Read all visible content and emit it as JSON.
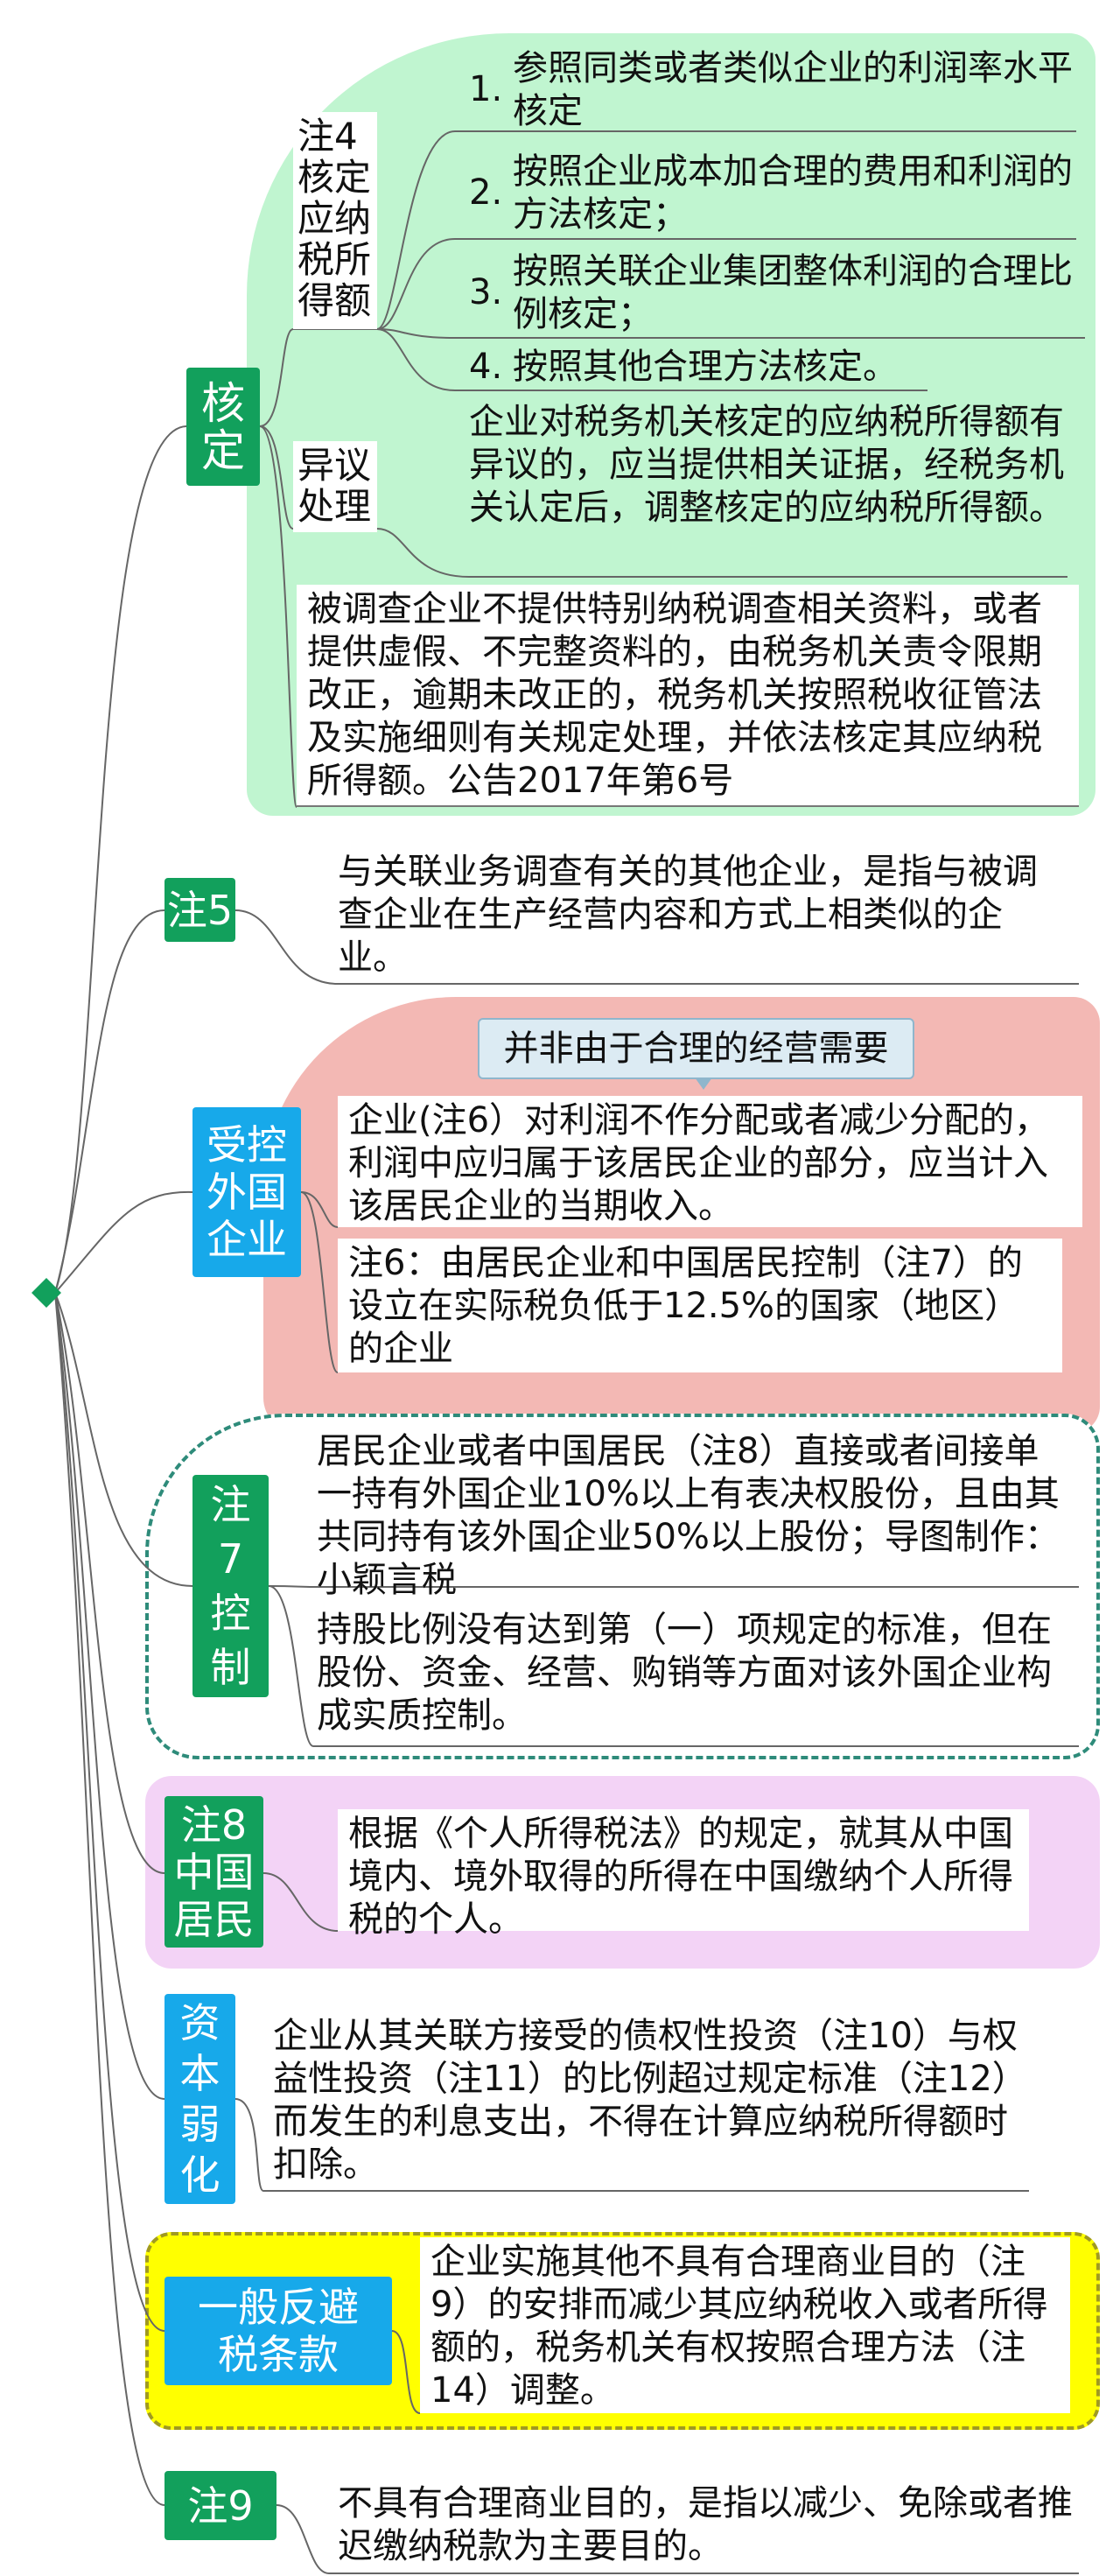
{
  "colors": {
    "green": "#12a05c",
    "blue": "#17a9ea",
    "green_bg": "#c0f5d0",
    "pink_bg": "#f3b8b4",
    "lavender_bg": "#f3d3f6",
    "yellow_bg": "#ffff00"
  },
  "hexing": {
    "title": "核定",
    "note4": {
      "label": "注4核定应纳税所得额",
      "items": [
        {
          "num": "1.",
          "text": "参照同类或者类似企业的利润率水平核定"
        },
        {
          "num": "2.",
          "text": "按照企业成本加合理的费用和利润的方法核定；"
        },
        {
          "num": "3.",
          "text": "按照关联企业集团整体利润的合理比例核定；"
        },
        {
          "num": "4.",
          "text": "按照其他合理方法核定。"
        }
      ]
    },
    "objection": {
      "label": "异议处理",
      "text": "企业对税务机关核定的应纳税所得额有异议的，应当提供相关证据，经税务机关认定后，调整核定的应纳税所得额。"
    },
    "bottom": "被调查企业不提供特别纳税调查相关资料，或者提供虚假、不完整资料的，由税务机关责令限期改正，逾期未改正的，税务机关按照税收征管法及实施细则有关规定处理，并依法核定其应纳税所得额。公告2017年第6号"
  },
  "note5": {
    "title": "注5",
    "text": "与关联业务调查有关的其他企业，是指与被调查企业在生产经营内容和方式上相类似的企业。"
  },
  "cfc": {
    "title": "受控外国企业",
    "callout": "并非由于合理的经营需要",
    "text1": "企业(注6）对利润不作分配或者减少分配的，利润中应归属于该居民企业的部分，应当计入该居民企业的当期收入。",
    "text2": "注6：由居民企业和中国居民控制（注7）的设立在实际税负低于12.5%的国家（地区）的企业"
  },
  "note7": {
    "title": "注7控制",
    "text1": "居民企业或者中国居民（注8）直接或者间接单一持有外国企业10%以上有表决权股份，且由其共同持有该外国企业50%以上股份；导图制作：小颖言税",
    "text2": "持股比例没有达到第（一）项规定的标准，但在股份、资金、经营、购销等方面对该外国企业构成实质控制。"
  },
  "note8": {
    "title": "注8中国居民",
    "text": "根据《个人所得税法》的规定，就其从中国境内、境外取得的所得在中国缴纳个人所得税的个人。"
  },
  "thin_cap": {
    "title": "资本弱化",
    "text": "企业从其关联方接受的债权性投资（注10）与权益性投资（注11）的比例超过规定标准（注12）而发生的利息支出，不得在计算应纳税所得额时扣除。"
  },
  "gaar": {
    "title": "一般反避税条款",
    "text": "企业实施其他不具有合理商业目的（注9）的安排而减少其应纳税收入或者所得额的，税务机关有权按照合理方法（注14）调整。"
  },
  "note9": {
    "title": "注9",
    "text": "不具有合理商业目的，是指以减少、免除或者推迟缴纳税款为主要目的。"
  }
}
